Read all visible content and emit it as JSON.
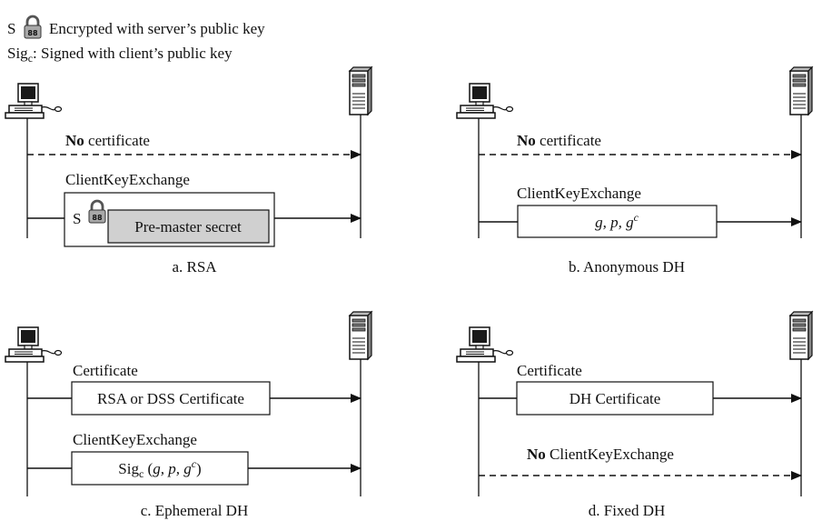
{
  "legend": {
    "lock_letter": "S",
    "lock_text": "Encrypted with server’s public key",
    "sig_prefix": "Sig",
    "sig_sub": "c",
    "sig_text": ": Signed with client’s public key"
  },
  "panels": {
    "a": {
      "caption": "a. RSA",
      "msg1_bold": "No",
      "msg1_rest": " certificate",
      "msg2_label": "ClientKeyExchange",
      "msg2_lock_letter": "S",
      "msg2_box": "Pre-master secret"
    },
    "b": {
      "caption": "b. Anonymous DH",
      "msg1_bold": "No",
      "msg1_rest": " certificate",
      "msg2_label": "ClientKeyExchange",
      "msg2_box": "g, p, g",
      "msg2_box_sup": "c"
    },
    "c": {
      "caption": "c. Ephemeral DH",
      "msg1_label": "Certificate",
      "msg1_box": "RSA or DSS Certificate",
      "msg2_label": "ClientKeyExchange",
      "msg2_box_sig": "Sig",
      "msg2_box_sig_sub": "c",
      "msg2_box_paren_open": " (",
      "msg2_box_vars": "g, p, g",
      "msg2_box_sup": "c",
      "msg2_box_paren_close": ")"
    },
    "d": {
      "caption": "d. Fixed DH",
      "msg1_label": "Certificate",
      "msg1_box": "DH Certificate",
      "msg2_bold": "No",
      "msg2_rest": " ClientKeyExchange"
    }
  },
  "icons": {
    "client": "desktop-computer-icon",
    "server": "tower-server-icon",
    "lock": "padlock-icon"
  },
  "colors": {
    "ink": "#111111",
    "lock_body": "#a8a8a8",
    "secret_box_fill": "#d0d0d0",
    "screen": "#1a1a1a"
  }
}
